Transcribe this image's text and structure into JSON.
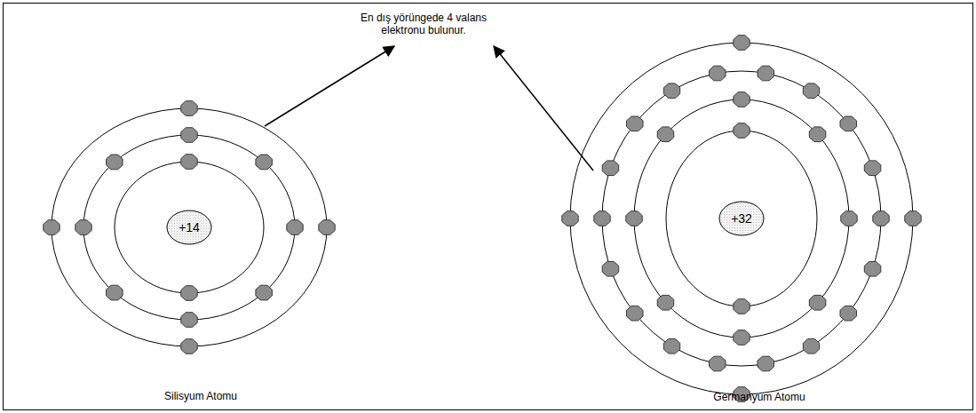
{
  "diagram": {
    "nodes": [
      {
        "text": [
          "+14"
        ]
      },
      {
        "text": [
          "+32"
        ]
      }
    ],
    "labels": [
      "En dış yörüngede 4 valans elektronu bulunur.",
      "Silisyum Atomu",
      "Germanyum Atomu"
    ]
  }
}
